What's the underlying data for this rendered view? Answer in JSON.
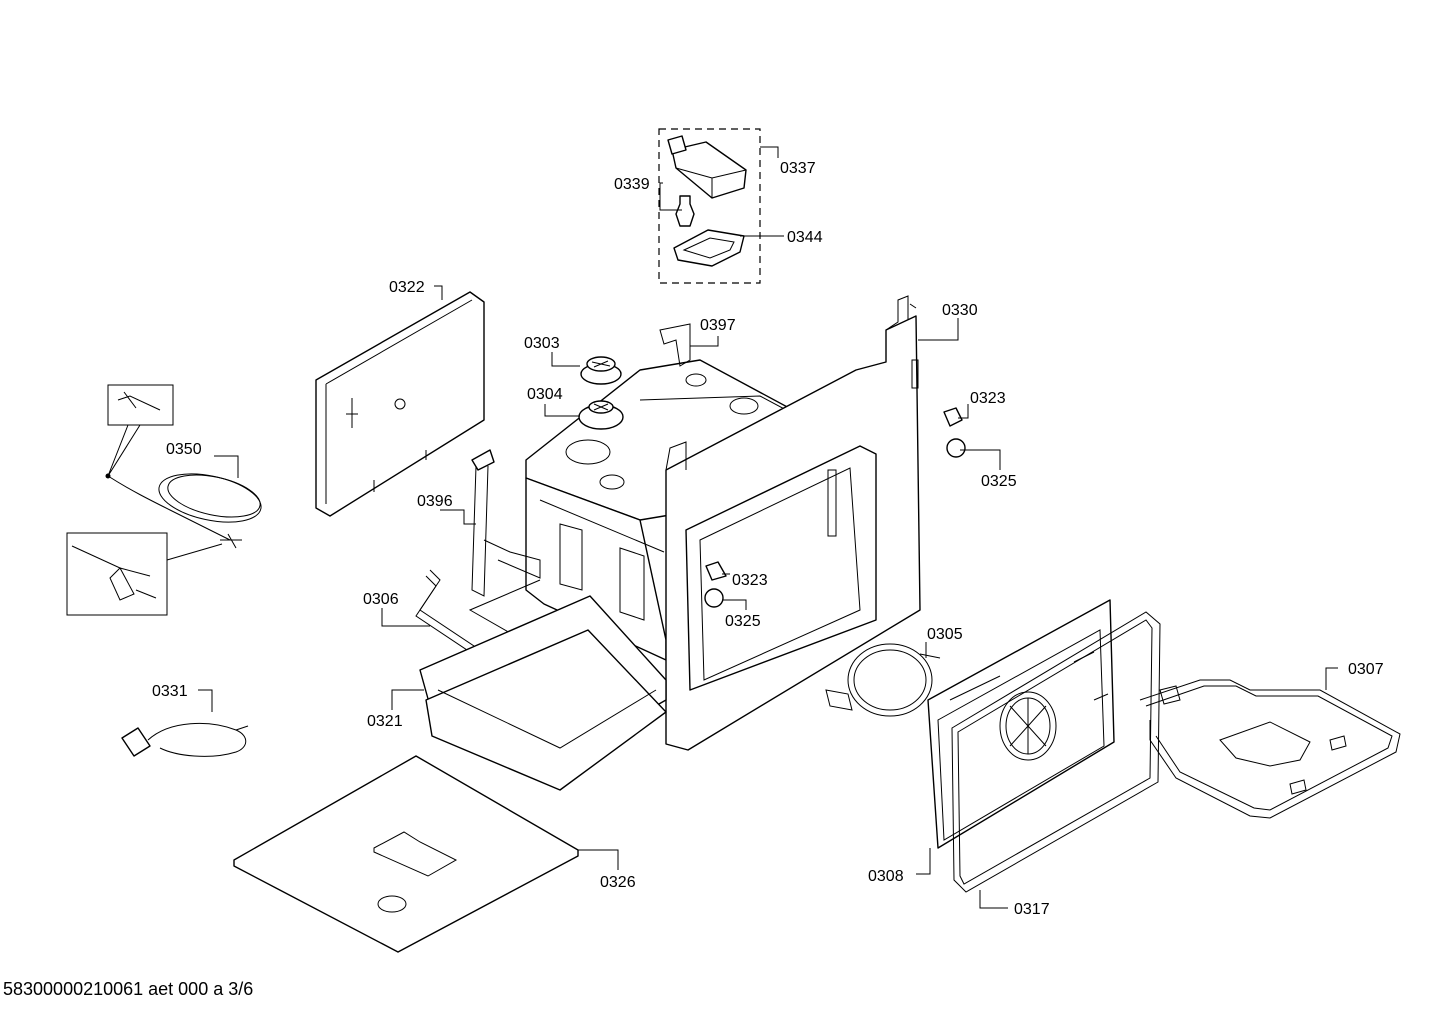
{
  "diagram": {
    "labels": {
      "p0337": "0337",
      "p0339": "0339",
      "p0344": "0344",
      "p0322": "0322",
      "p0397": "0397",
      "p0330": "0330",
      "p0303": "0303",
      "p0304": "0304",
      "p0323a": "0323",
      "p0325a": "0325",
      "p0350": "0350",
      "p0396": "0396",
      "p0323b": "0323",
      "p0325b": "0325",
      "p0306": "0306",
      "p0305": "0305",
      "p0307": "0307",
      "p0331": "0331",
      "p0321": "0321",
      "p0326": "0326",
      "p0308": "0308",
      "p0317": "0317"
    }
  },
  "footer": {
    "code": "58300000210061 aet 000 a 3/6"
  }
}
